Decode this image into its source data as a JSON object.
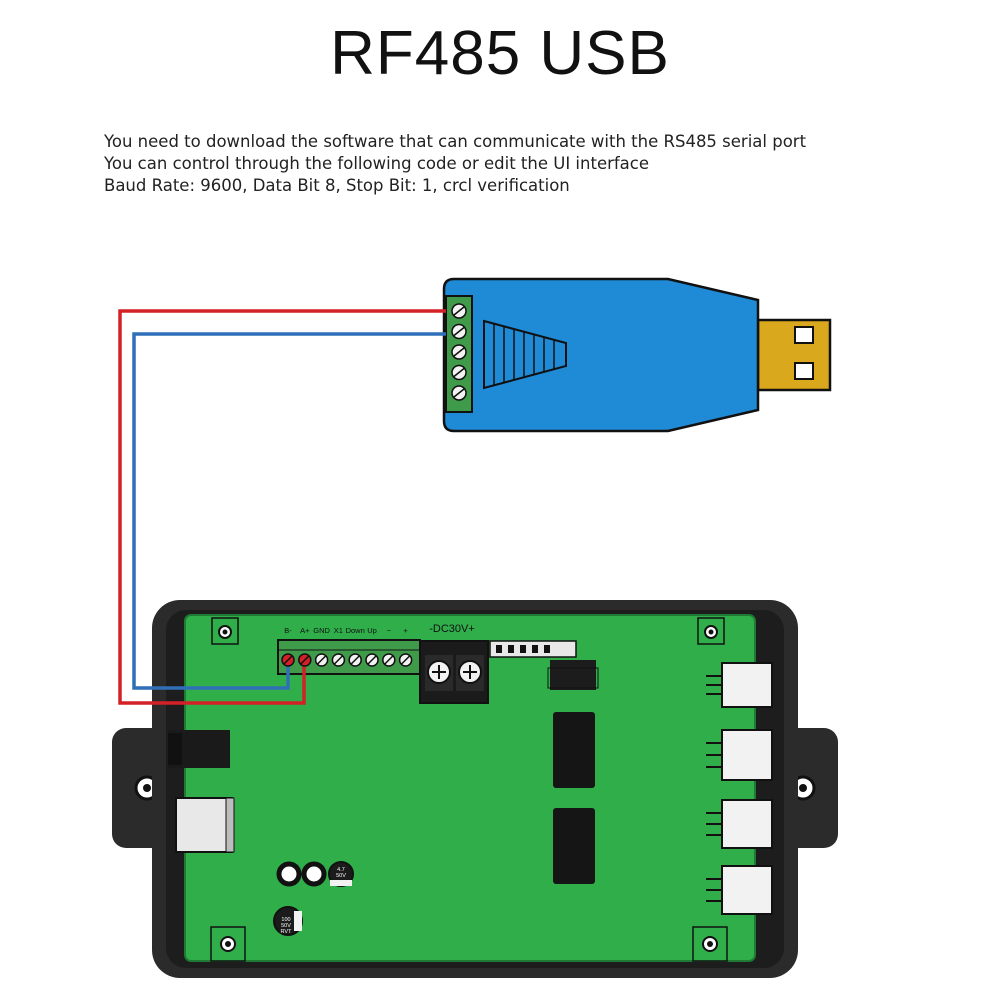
{
  "header": {
    "title": "RF485 USB",
    "lines": [
      "You need to download the software that can communicate with the RS485 serial port",
      "You can control through the following code or edit the UI interface",
      "Baud Rate: 9600, Data Bit 8, Stop Bit: 1, crcl verification"
    ]
  },
  "board": {
    "terminal_labels": [
      "B-",
      "A+",
      "GND",
      "X1",
      "Down",
      "Up",
      "−",
      "+"
    ],
    "power_label": "-DC30V+",
    "capacitor_small_label": "4.7\n50V",
    "capacitor_large_label": "100\n50V\nRVT"
  },
  "colors": {
    "wire_red": "#d42027",
    "wire_blue": "#2f6fb8",
    "adapter_blue": "#1f8ad6",
    "usb_gold": "#d9a81c",
    "pcb_green": "#2fae4a",
    "case_dark": "#2b2b2b",
    "terminal_green": "#3f9a4a"
  },
  "icons": {
    "usb_plug": "usb-plug-icon",
    "rs485_adapter": "rs485-adapter-icon",
    "screw": "screw-terminal-icon"
  }
}
